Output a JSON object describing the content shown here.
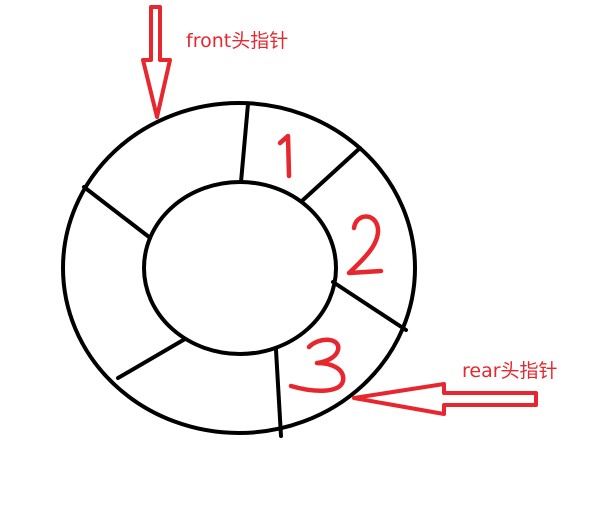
{
  "diagram": {
    "front_label": "front头指针",
    "rear_label": "rear头指针",
    "slots": [
      "1",
      "2",
      "3"
    ],
    "colors": {
      "ink": "#000000",
      "annotation": "#e8262d",
      "background": "#ffffff"
    }
  }
}
